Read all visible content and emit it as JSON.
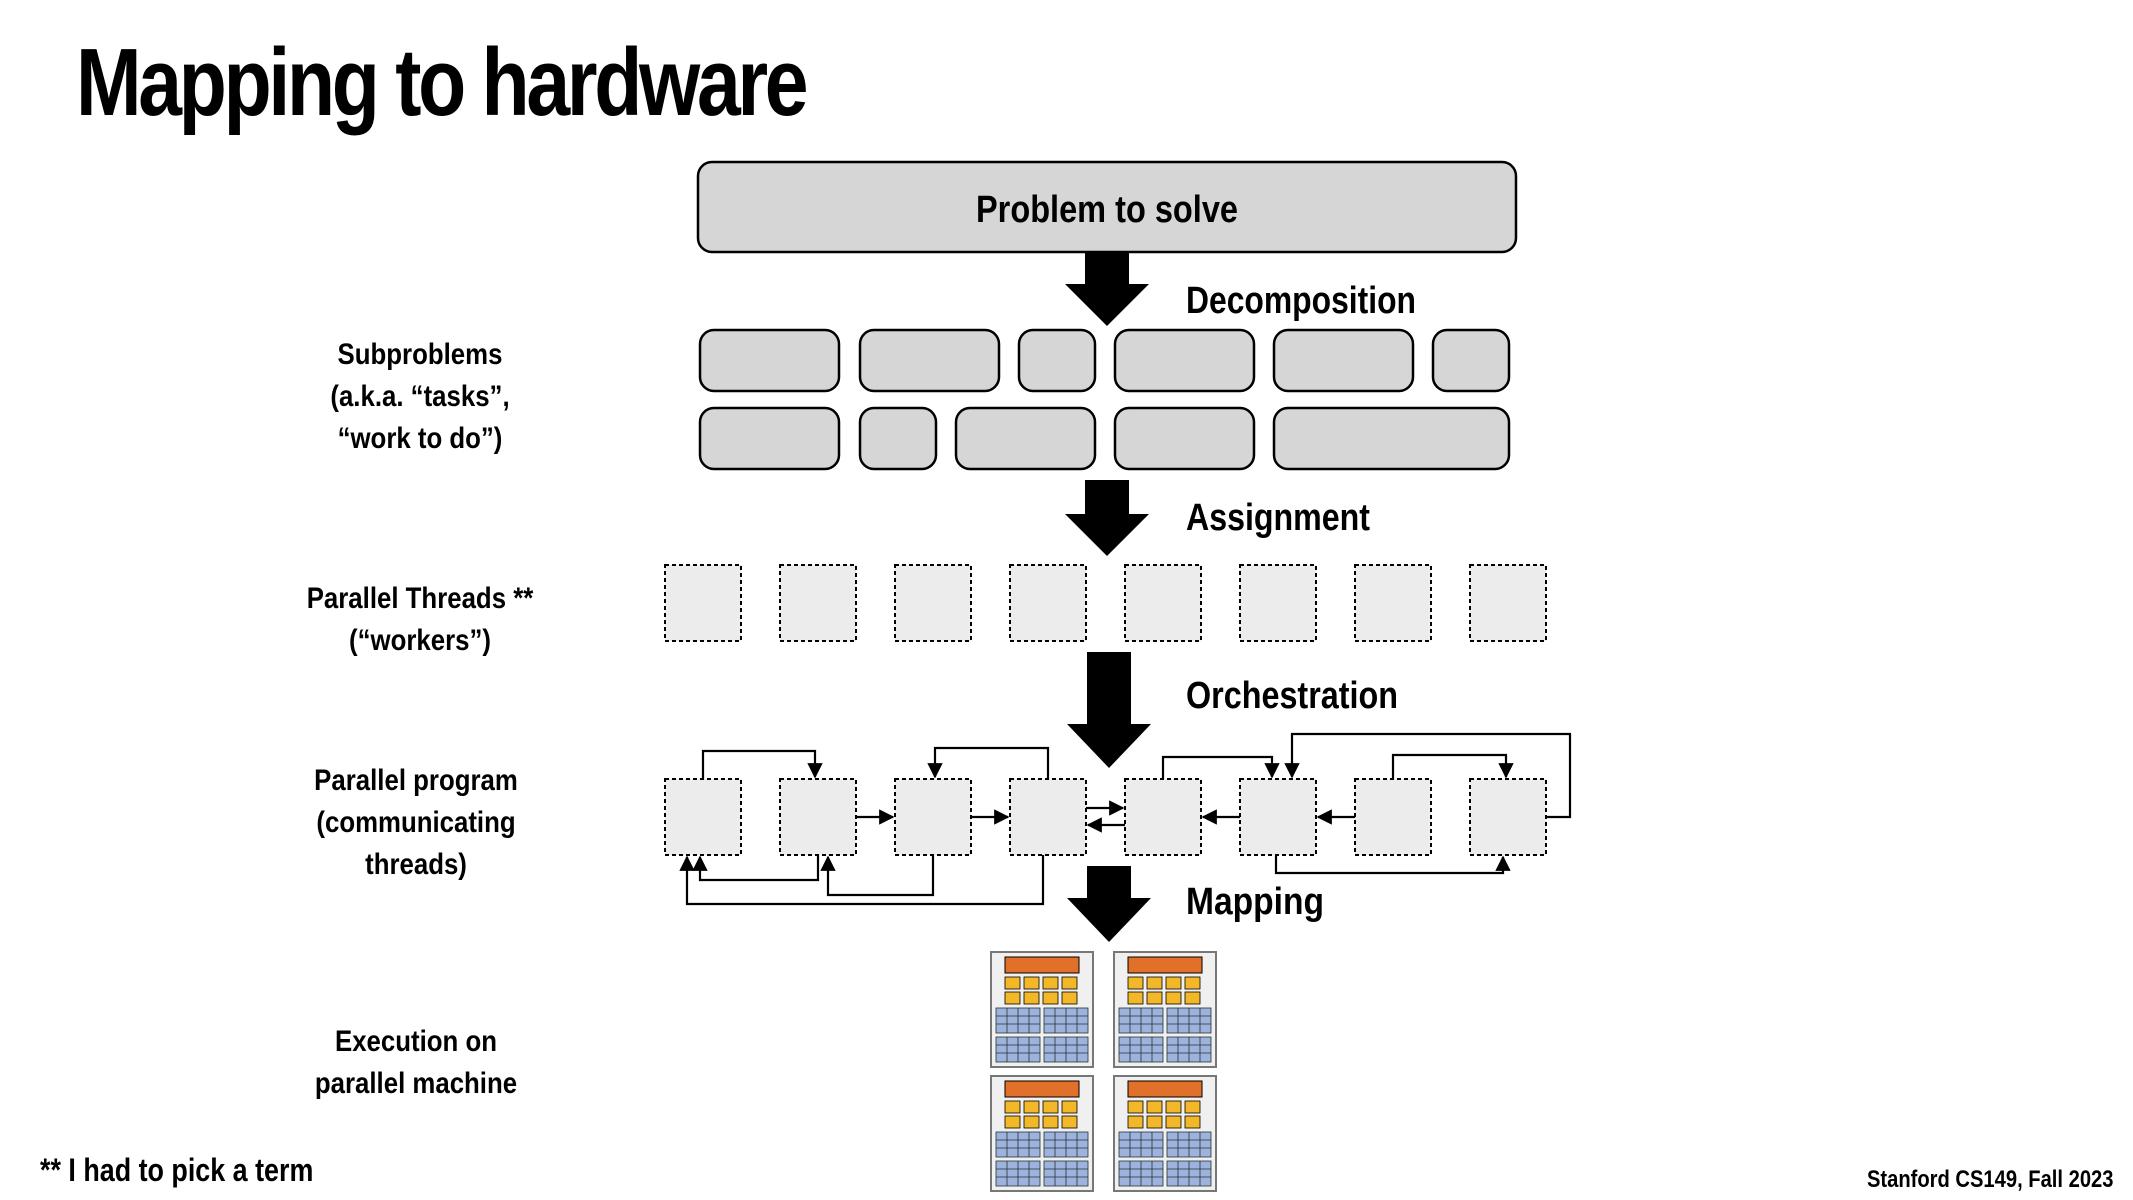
{
  "title": "Mapping to hardware",
  "problem": "Problem to solve",
  "steps": {
    "decomposition": "Decomposition",
    "assignment": "Assignment",
    "orchestration": "Orchestration",
    "mapping": "Mapping"
  },
  "side_labels": {
    "subproblems": [
      "Subproblems",
      "(a.k.a. “tasks”,",
      "“work to do”)"
    ],
    "threads": [
      "Parallel Threads **",
      "(“workers”)"
    ],
    "program": [
      "Parallel program",
      "(communicating",
      "threads)"
    ],
    "execution": [
      "Execution on",
      "parallel machine"
    ]
  },
  "footnote": "** I had to pick a term",
  "credit": "Stanford CS149, Fall 2023",
  "colors": {
    "task_fill": "#d6d6d6",
    "thread_fill": "#ececec",
    "core_orange": "#e0702a",
    "core_yellow": "#f2b829",
    "core_blue": "#9db3dd",
    "core_frame": "#f0f0f0"
  },
  "counts": {
    "threads": 8,
    "cores": 4
  }
}
